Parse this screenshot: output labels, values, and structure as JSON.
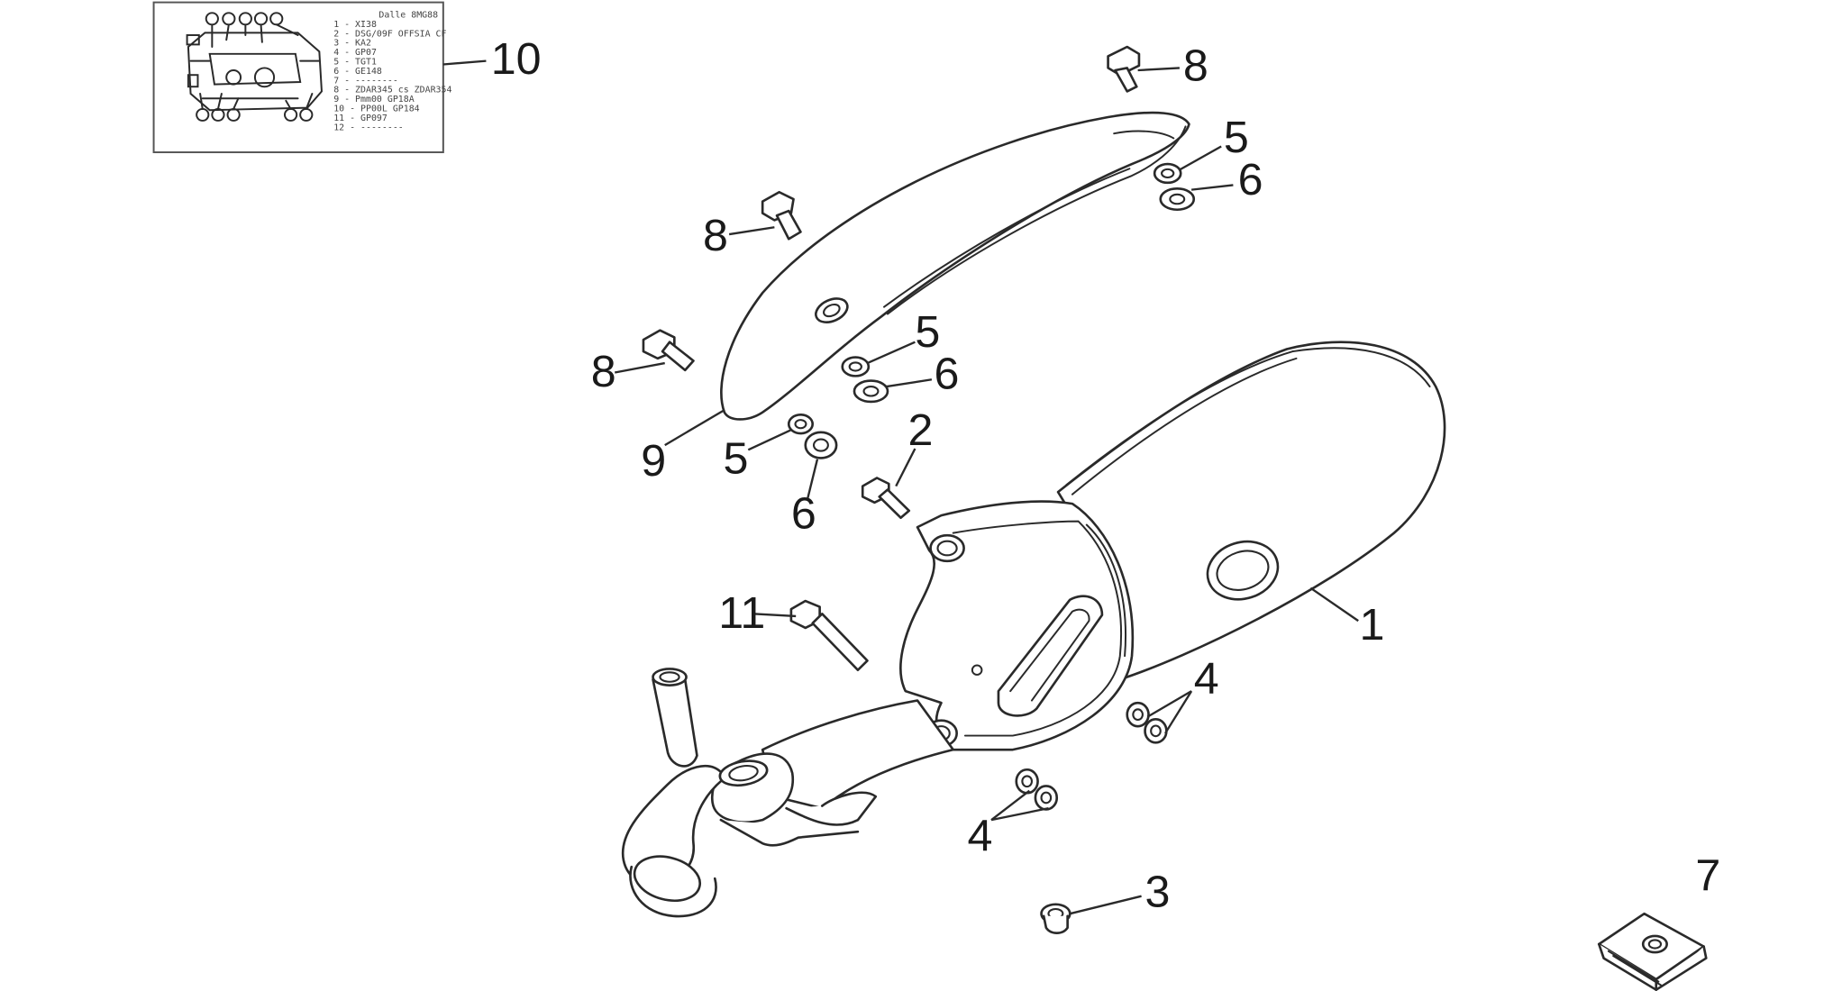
{
  "legend_box": {
    "header": "Dalle 8MG88",
    "lines": [
      "1 - XI38",
      "2 - DSG/09F OFFSIA CF",
      "3 - KA2",
      "4 - GP07",
      "5 - TGT1",
      "6 - GE148",
      "7 - --------",
      "8 - ZDAR345 cs ZDAR354",
      "9 - Pmm00 GP18A",
      "10 - PP00L GP184",
      "11 - GP097",
      "12 - --------"
    ]
  },
  "callouts": [
    {
      "id": "1",
      "label": "1"
    },
    {
      "id": "2",
      "label": "2"
    },
    {
      "id": "3",
      "label": "3"
    },
    {
      "id": "4a",
      "label": "4"
    },
    {
      "id": "4b",
      "label": "4"
    },
    {
      "id": "5a",
      "label": "5"
    },
    {
      "id": "5b",
      "label": "5"
    },
    {
      "id": "5c",
      "label": "5"
    },
    {
      "id": "6a",
      "label": "6"
    },
    {
      "id": "6b",
      "label": "6"
    },
    {
      "id": "6c",
      "label": "6"
    },
    {
      "id": "7",
      "label": "7"
    },
    {
      "id": "8a",
      "label": "8"
    },
    {
      "id": "8b",
      "label": "8"
    },
    {
      "id": "8c",
      "label": "8"
    },
    {
      "id": "9",
      "label": "9"
    },
    {
      "id": "10",
      "label": "10"
    },
    {
      "id": "11",
      "label": "11"
    }
  ]
}
